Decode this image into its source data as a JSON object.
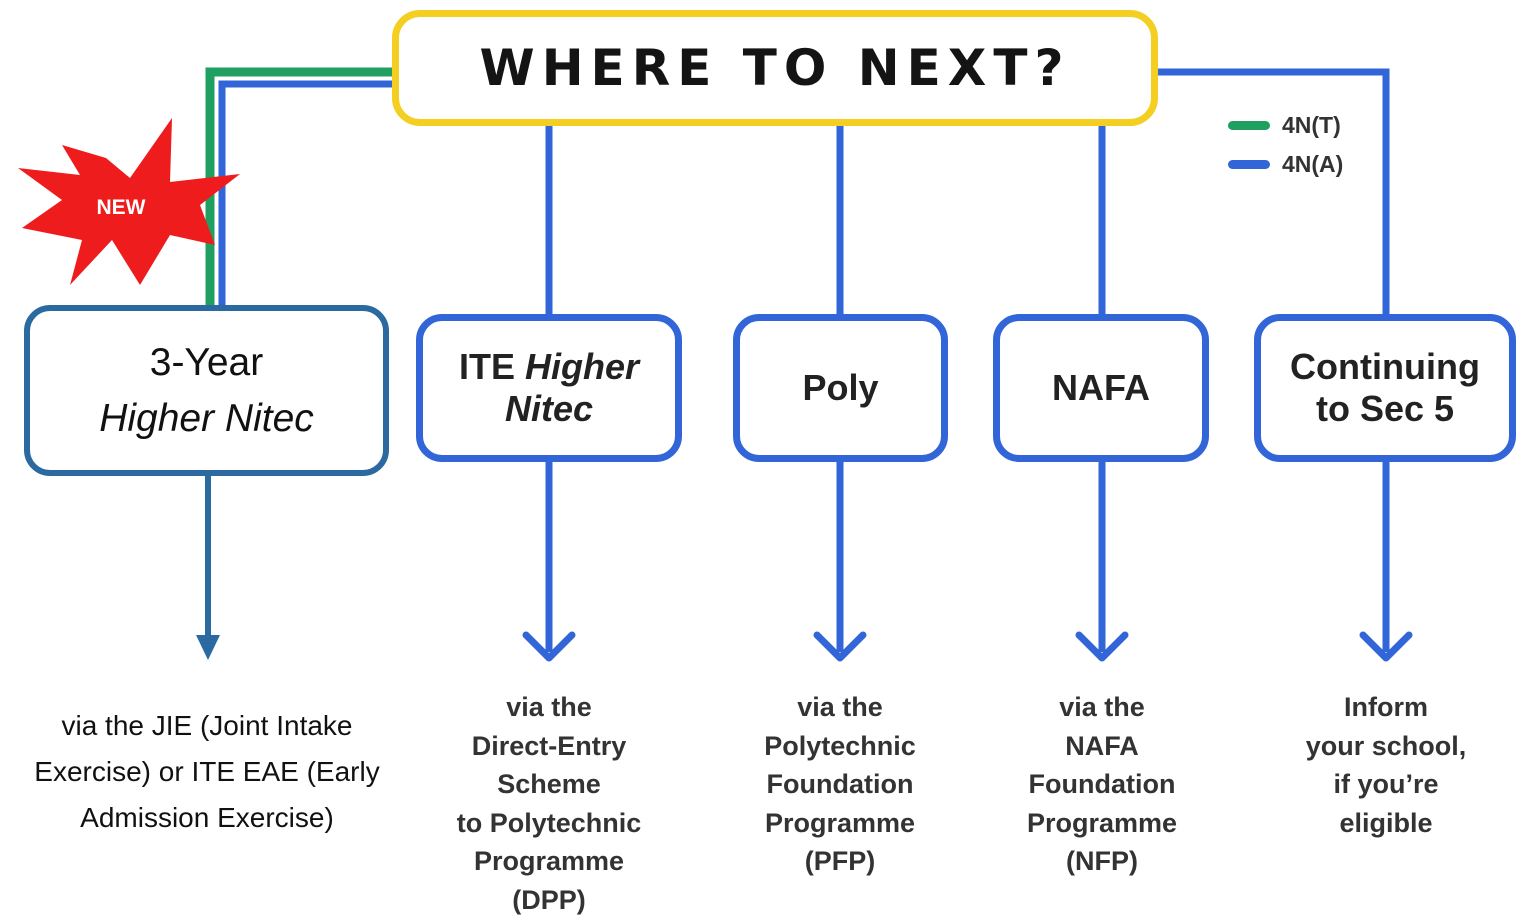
{
  "title": "WHERE TO NEXT?",
  "legend": [
    {
      "label": "4N(T)",
      "color": "#20a060"
    },
    {
      "label": "4N(A)",
      "color": "#3266d8"
    }
  ],
  "badge": {
    "label": "NEW",
    "color": "#ee1c1c"
  },
  "new_option": {
    "line1": "3-Year",
    "line2": "Higher Nitec",
    "note": "via the JIE (Joint Intake Exercise) or ITE EAE (Early Admission Exercise)"
  },
  "routes": [
    {
      "title_plain": "ITE ",
      "title_italic": "Higher Nitec",
      "description": [
        "via the",
        "Direct-Entry",
        "Scheme",
        "to Polytechnic",
        "Programme",
        "(DPP)"
      ]
    },
    {
      "title": "Poly",
      "description": [
        "via the",
        "Polytechnic",
        "Foundation",
        "Programme",
        "(PFP)"
      ]
    },
    {
      "title": "NAFA",
      "description": [
        "via the",
        "NAFA",
        "Foundation",
        "Programme",
        "(NFP)"
      ]
    },
    {
      "title_lines": [
        "Continuing",
        "to Sec 5"
      ],
      "description": [
        "Inform",
        "your school,",
        "if you’re",
        "eligible"
      ]
    }
  ],
  "colors": {
    "accent_yellow": "#f4cf22",
    "blue": "#3266d8",
    "green": "#20a060",
    "dark_blue": "#2b6aa0"
  }
}
